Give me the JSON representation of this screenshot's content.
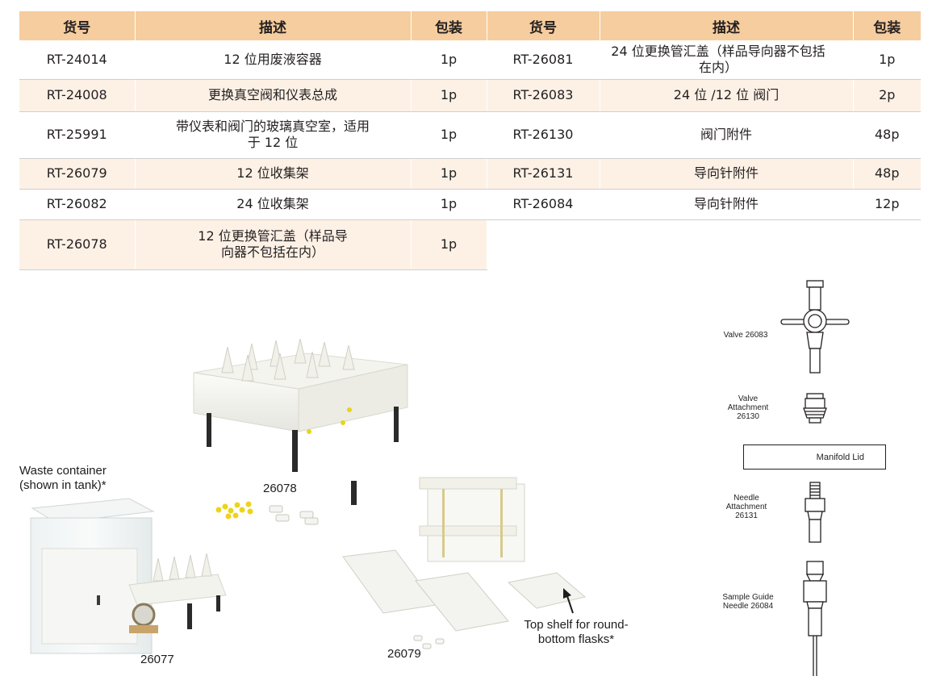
{
  "table": {
    "headers": [
      "货号",
      "描述",
      "包装",
      "货号",
      "描述",
      "包装"
    ],
    "rows": [
      {
        "left": {
          "id": "RT-24014",
          "desc": "12 位用废液容器",
          "pack": "1p"
        },
        "right": {
          "id": "RT-26081",
          "desc": "24 位更换管汇盖（样品导向器不包括在内）",
          "pack": "1p"
        }
      },
      {
        "left": {
          "id": "RT-24008",
          "desc": "更换真空阀和仪表总成",
          "pack": "1p"
        },
        "right": {
          "id": "RT-26083",
          "desc": "24 位 /12 位 阀门",
          "pack": "2p"
        }
      },
      {
        "left": {
          "id": "RT-25991",
          "desc": "带仪表和阀门的玻璃真空室，适用于 12 位",
          "pack": "1p"
        },
        "right": {
          "id": "RT-26130",
          "desc": "阀门附件",
          "pack": "48p"
        }
      },
      {
        "left": {
          "id": "RT-26079",
          "desc": "12 位收集架",
          "pack": "1p"
        },
        "right": {
          "id": "RT-26131",
          "desc": "导向针附件",
          "pack": "48p"
        }
      },
      {
        "left": {
          "id": "RT-26082",
          "desc": "24 位收集架",
          "pack": "1p"
        },
        "right": {
          "id": "RT-26084",
          "desc": "导向针附件",
          "pack": "12p"
        }
      },
      {
        "left": {
          "id": "RT-26078",
          "desc": "12 位更换管汇盖（样品导向器不包括在内）",
          "pack": "1p"
        },
        "right": null
      }
    ]
  },
  "photo_captions": {
    "waste": "Waste container (shown in tank)*",
    "label_26078": "26078",
    "label_26077": "26077",
    "label_26079": "26079",
    "top_shelf": "Top shelf for round-bottom flasks*"
  },
  "diagram": {
    "valve": "Valve 26083",
    "valve_attachment": "Valve Attachment 26130",
    "manifold_lid": "Manifold Lid",
    "needle_attachment": "Needle Attachment 26131",
    "sample_guide": "Sample Guide Needle 26084"
  }
}
